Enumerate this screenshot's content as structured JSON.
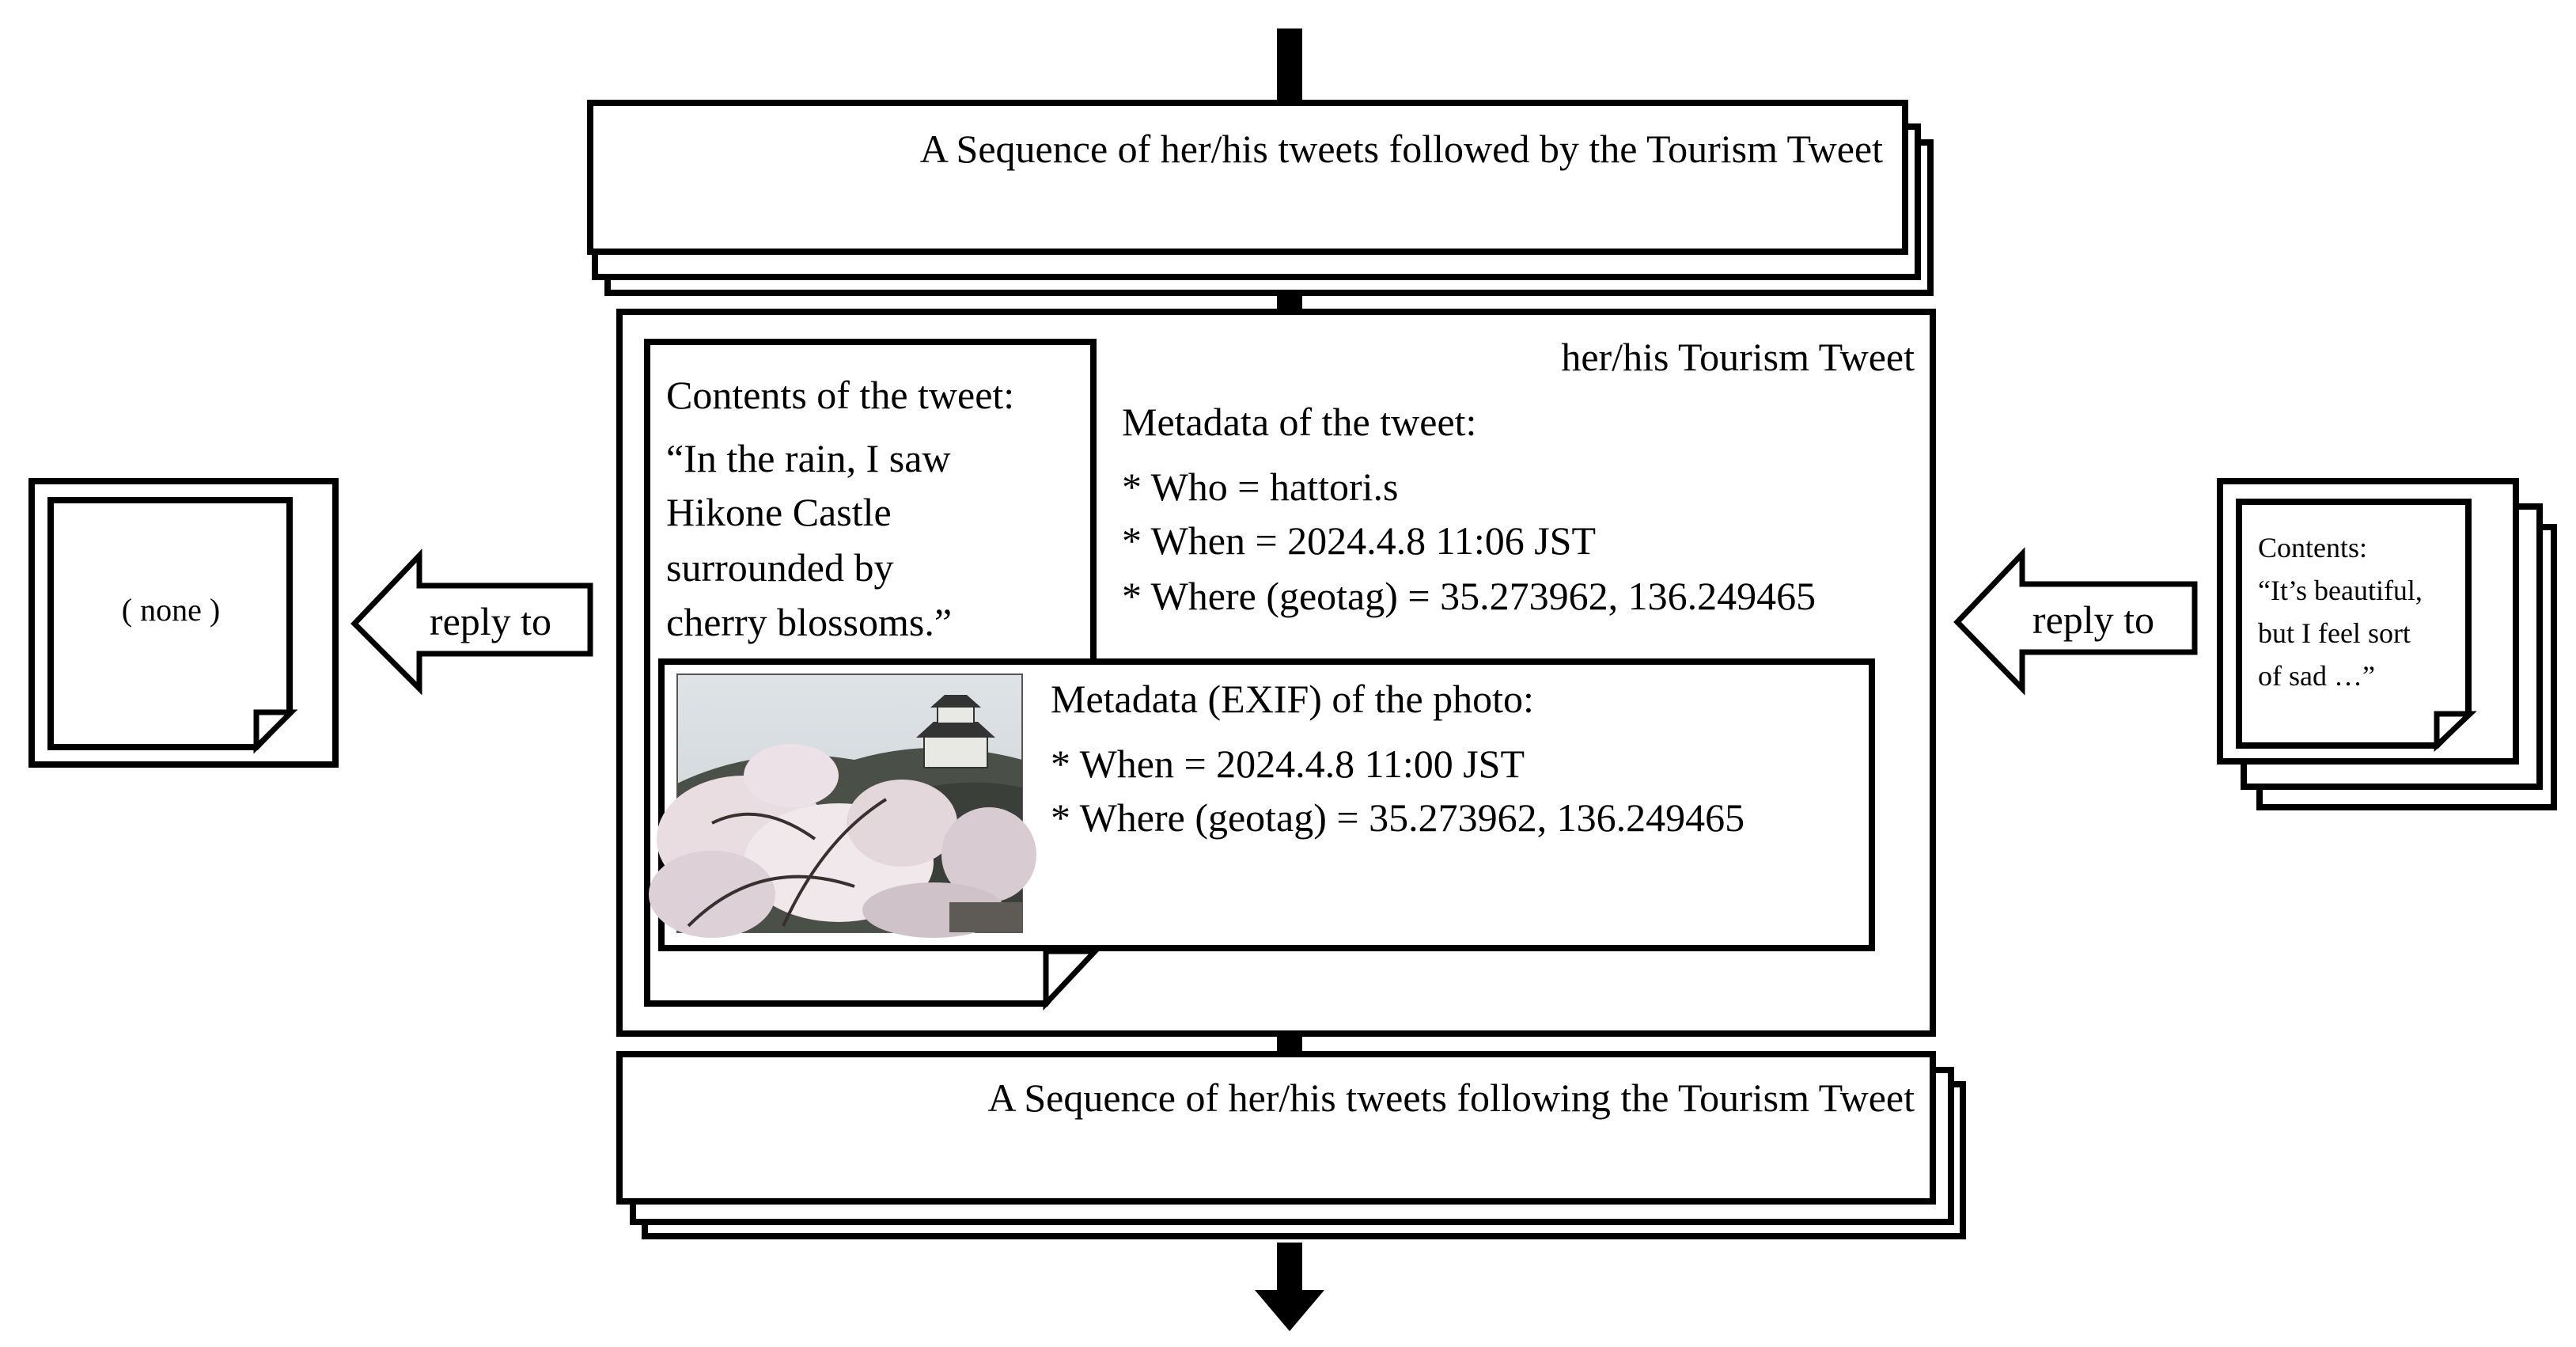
{
  "sequence_before": {
    "label": "A Sequence of her/his tweets followed by the Tourism Tweet"
  },
  "tourism_tweet": {
    "title": "her/his Tourism Tweet",
    "contents": {
      "heading": "Contents of the tweet:",
      "lines": [
        "“In the rain, I saw",
        "Hikone Castle",
        "surrounded by",
        "cherry blossoms.”"
      ]
    },
    "metadata": {
      "heading": "Metadata of the tweet:",
      "lines": [
        "* Who = hattori.s",
        "* When = 2024.4.8 11:06 JST",
        "* Where (geotag) = 35.273962, 136.249465"
      ]
    },
    "photo": {
      "heading": "Metadata (EXIF) of the photo:",
      "lines": [
        "* When = 2024.4.8 11:00 JST",
        "* Where (geotag) = 35.273962, 136.249465"
      ]
    }
  },
  "sequence_after": {
    "label": "A Sequence of her/his tweets following the Tourism Tweet"
  },
  "left_reply": {
    "arrow_label": "reply to",
    "box_text": "( none )"
  },
  "right_reply": {
    "arrow_label": "reply to",
    "lines": [
      "Contents:",
      "“It’s beautiful,",
      "but I feel sort",
      "of sad …”"
    ]
  }
}
